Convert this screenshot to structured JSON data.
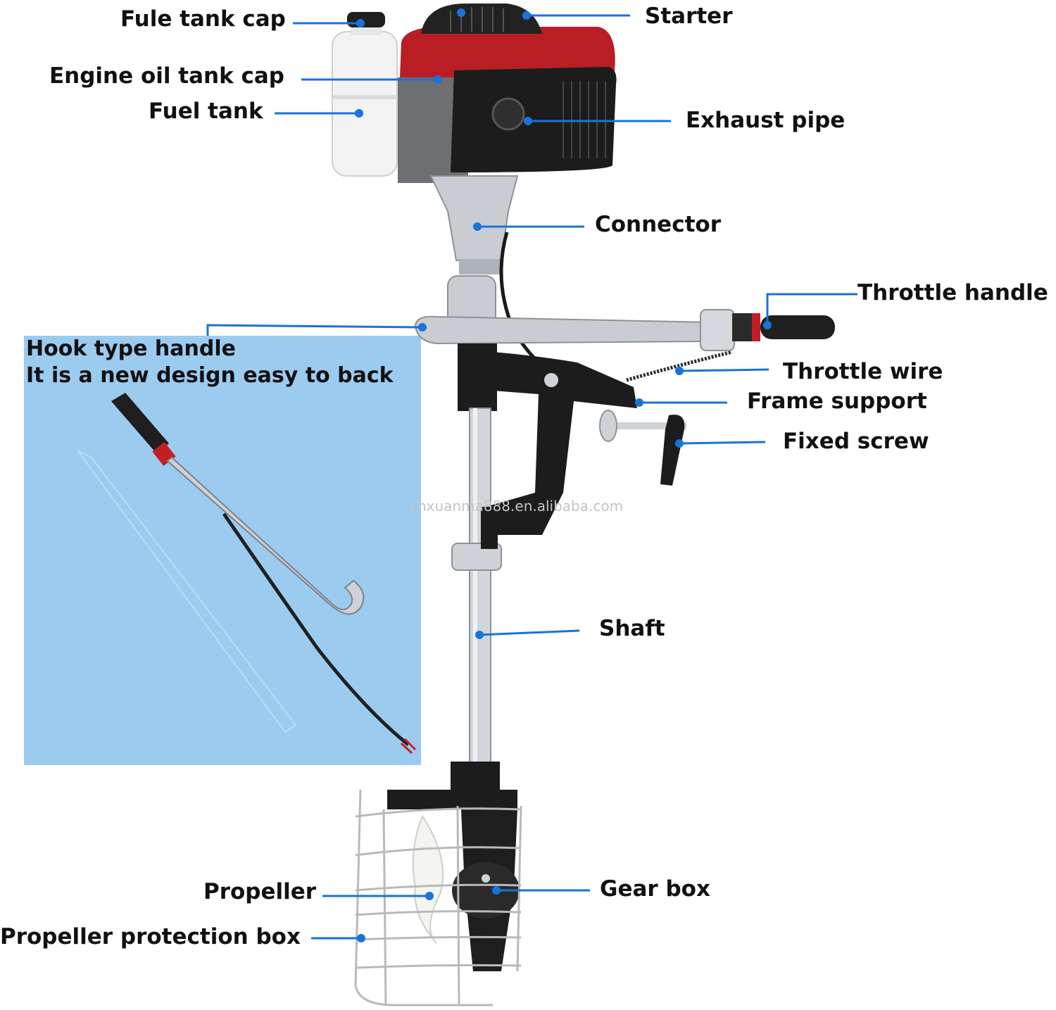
{
  "colors": {
    "leader": "#1a73d9",
    "inset_bg": "#9ccbf0",
    "engine_red": "#b81e24",
    "engine_black": "#1c1c1c",
    "metal": "#c9cdd2",
    "tank_white": "#f3f3f3"
  },
  "labels": {
    "fuel_tank_cap": "Fule tank cap",
    "starter": "Starter",
    "engine_oil_tank_cap": "Engine oil tank cap",
    "fuel_tank": "Fuel tank",
    "exhaust_pipe": "Exhaust pipe",
    "connector": "Connector",
    "throttle_handle": "Throttle handle",
    "throttle_wire": "Throttle wire",
    "frame_support": "Frame support",
    "fixed_screw": "Fixed screw",
    "shaft": "Shaft",
    "propeller": "Propeller",
    "gear_box": "Gear box",
    "propeller_protection_box": "Propeller protection box"
  },
  "inset": {
    "line1": "Hook type handle",
    "line2": "It is a new design easy to back"
  },
  "watermark": "cnxuanma888.en.alibaba.com"
}
